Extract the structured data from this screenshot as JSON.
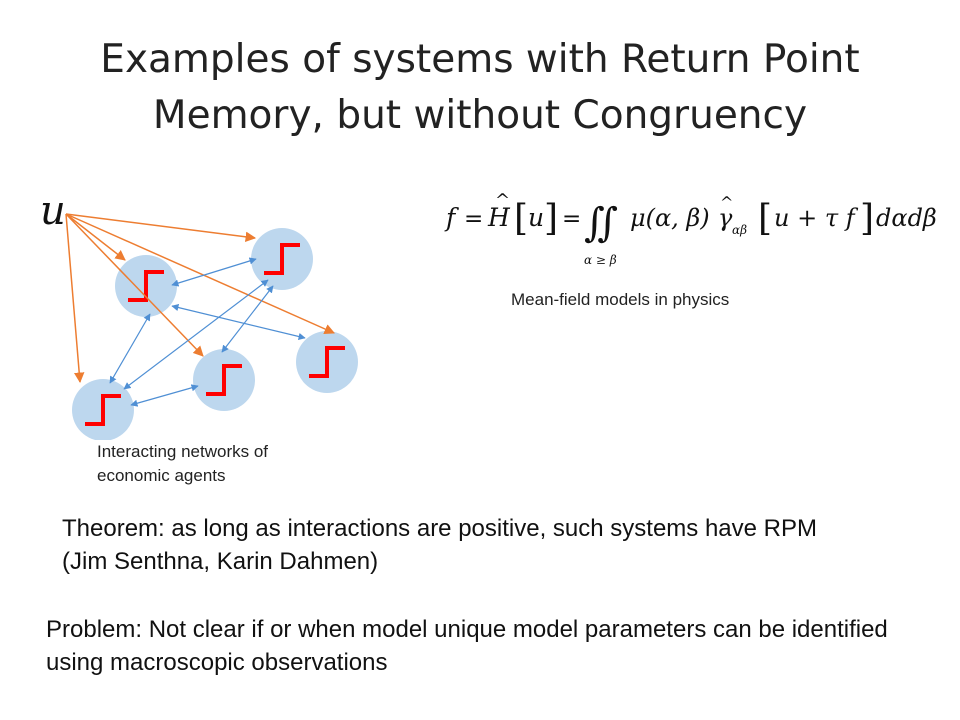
{
  "slide": {
    "title_line1": "Examples of systems with Return Point",
    "title_line2": "Memory, but without Congruency",
    "network": {
      "input_label": "u",
      "caption_line1": "Interacting networks of",
      "caption_line2": "economic agents",
      "node_fill": "#bdd7ee",
      "step_color": "#ff0000",
      "input_arrow_color": "#ed7d31",
      "link_arrow_color": "#4f8fd4",
      "node_count": 5
    },
    "formula": {
      "lhs": "f",
      "equals1": "=",
      "operator": "H",
      "hat": "^",
      "arg": "u",
      "equals2": "=",
      "integral": "∬",
      "domain": "α ≥ β",
      "mu": "μ(α, β)",
      "gamma": "γ",
      "gamma_sub": "αβ",
      "bracket_inner": "u + τ f",
      "differential": "dαdβ",
      "caption": "Mean-field models in physics"
    },
    "theorem": "Theorem: as long as interactions are positive, such systems have RPM (Jim Senthna, Karin Dahmen)",
    "problem": "Problem: Not clear if or when model unique model parameters can be identified using macroscopic observations"
  }
}
